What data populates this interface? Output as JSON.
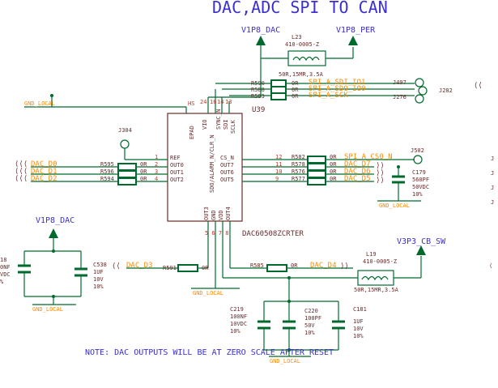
{
  "title": "DAC,ADC SPI TO CAN",
  "power": {
    "v1p8_dac": "V1P8_DAC",
    "v1p8_per": "V1P8_PER",
    "v3p3": "V3P3_CB_SW"
  },
  "l23": {
    "ref": "L23",
    "part": "410-0005-Z",
    "value": "50R,15MR,3.5A"
  },
  "l19": {
    "ref": "L19",
    "part": "410-0005-Z",
    "value": "50R,15MR,3.5A"
  },
  "u39": {
    "ref": "U39",
    "part": "DAC60508ZCRTER",
    "labels": {
      "epad": "EPAD",
      "vio": "VIO",
      "sdo": "SDO/ALARM_N/CLR_N",
      "sync": "SYNC_N",
      "sdi": "SDI",
      "sclk": "SCLK",
      "ref": "REF",
      "out0": "OUT0",
      "out1": "OUT1",
      "out2": "OUT2",
      "cs_n": "CS_N",
      "out7": "OUT7",
      "out6": "OUT6",
      "out5": "OUT5",
      "out3": "OUT3",
      "gnd": "GND",
      "vdd": "VDD",
      "out4": "OUT4"
    },
    "pins": {
      "hs": "HS",
      "n24": "24",
      "n16": "16",
      "n14": "14",
      "n13": "13",
      "n1": "1",
      "n2": "2",
      "n3": "3",
      "n4": "4",
      "n12": "12",
      "n11": "11",
      "n10": "10",
      "n9": "9",
      "bottom": "5 6 7 8"
    }
  },
  "spi": {
    "r1": {
      "ref": "R590",
      "val": "0R"
    },
    "r2": {
      "ref": "R588",
      "val": "0R"
    },
    "r3": {
      "ref": "R583",
      "val": "0R"
    },
    "net1": "SPI_A_SDI_IO1",
    "net2": "SPI_A_SDO_IO0",
    "net3": "SPI_A_SCK",
    "j497": "J497",
    "j276": "J276",
    "j282": "J282"
  },
  "j304": {
    "ref": "J304"
  },
  "j502": {
    "ref": "J502"
  },
  "dac_left": [
    {
      "net": "DAC_D0",
      "ref": "R595",
      "val": "0R"
    },
    {
      "net": "DAC_D1",
      "ref": "R596",
      "val": "0R"
    },
    {
      "net": "DAC_D2",
      "ref": "R594",
      "val": "0R"
    }
  ],
  "dac_right": [
    {
      "net": "SPI_A_CS0_N",
      "ref": "R582",
      "val": "0R"
    },
    {
      "net": "DAC_D7",
      "ref": "R578",
      "val": "0R"
    },
    {
      "net": "DAC_D6",
      "ref": "R576",
      "val": "0R"
    },
    {
      "net": "DAC_D5",
      "ref": "R577",
      "val": "0R"
    }
  ],
  "dac_d3": {
    "net": "DAC_D3",
    "ref": "R591",
    "val": "0R"
  },
  "dac_d4": {
    "net": "DAC_D4",
    "ref": "R585",
    "val": "0R"
  },
  "c179": {
    "ref": "C179",
    "value": "560PF",
    "voltage": "50VDC",
    "tol": "10%"
  },
  "c538": {
    "ref": "C538",
    "value": "1UF",
    "voltage": "10V",
    "tol": "10%"
  },
  "c219": {
    "ref": "C219",
    "value": "100NF",
    "voltage": "10VDC",
    "tol": "10%"
  },
  "c220": {
    "ref": "C220",
    "value": "100PF",
    "voltage": "50V",
    "tol": "10%"
  },
  "c181": {
    "ref": "C181",
    "value": "1UF",
    "voltage": "10V",
    "tol": "10%"
  },
  "cut_left": [
    "18",
    "0NF",
    "VDC",
    "%"
  ],
  "gnd": {
    "top_left": "GND_LOCAL",
    "c179": "GND_LOCAL",
    "left": "GND_LOCAL",
    "chip": "GND_LOCAL",
    "bottom": "GND_LOCAL"
  },
  "note": "NOTE: DAC OUTPUTS WILL BE AT ZERO SCALE AFTER RESET"
}
